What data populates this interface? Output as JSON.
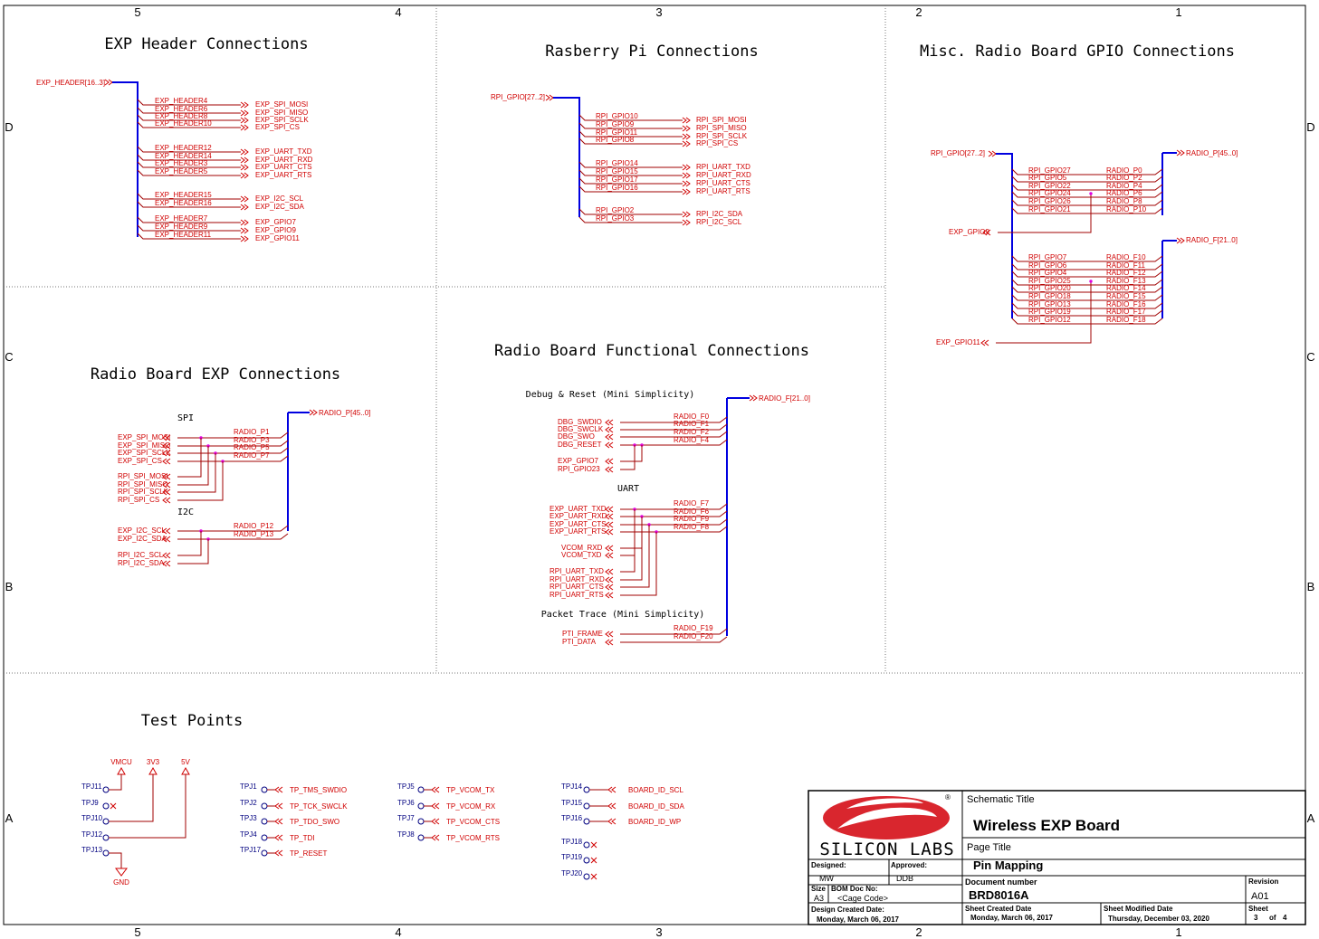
{
  "zones": {
    "cols": [
      "5",
      "4",
      "3",
      "2",
      "1"
    ],
    "rows": [
      "D",
      "C",
      "B",
      "A"
    ]
  },
  "sections": {
    "exp_header": "EXP Header Connections",
    "rpi": "Rasberry Pi Connections",
    "misc": "Misc. Radio Board GPIO Connections",
    "radio_exp": "Radio Board EXP Connections",
    "radio_func": "Radio Board Functional Connections",
    "test_points": "Test Points"
  },
  "subs": {
    "spi": "SPI",
    "i2c": "I2C",
    "debug": "Debug & Reset (Mini Simplicity)",
    "uart": "UART",
    "ptrace": "Packet Trace (Mini Simplicity)"
  },
  "exp_header": {
    "bus": "EXP_HEADER[16..3]",
    "groups": [
      [
        [
          "EXP_HEADER4",
          "EXP_SPI_MOSI"
        ],
        [
          "EXP_HEADER6",
          "EXP_SPI_MISO"
        ],
        [
          "EXP_HEADER8",
          "EXP_SPI_SCLK"
        ],
        [
          "EXP_HEADER10",
          "EXP_SPI_CS"
        ]
      ],
      [
        [
          "EXP_HEADER12",
          "EXP_UART_TXD"
        ],
        [
          "EXP_HEADER14",
          "EXP_UART_RXD"
        ],
        [
          "EXP_HEADER3",
          "EXP_UART_CTS"
        ],
        [
          "EXP_HEADER5",
          "EXP_UART_RTS"
        ]
      ],
      [
        [
          "EXP_HEADER15",
          "EXP_I2C_SCL"
        ],
        [
          "EXP_HEADER16",
          "EXP_I2C_SDA"
        ]
      ],
      [
        [
          "EXP_HEADER7",
          "EXP_GPIO7"
        ],
        [
          "EXP_HEADER9",
          "EXP_GPIO9"
        ],
        [
          "EXP_HEADER11",
          "EXP_GPIO11"
        ]
      ]
    ]
  },
  "rpi": {
    "bus": "RPI_GPIO[27..2]",
    "groups": [
      [
        [
          "RPI_GPIO10",
          "RPI_SPI_MOSI"
        ],
        [
          "RPI_GPIO9",
          "RPI_SPI_MISO"
        ],
        [
          "RPI_GPIO11",
          "RPI_SPI_SCLK"
        ],
        [
          "RPI_GPIO8",
          "RPI_SPI_CS"
        ]
      ],
      [
        [
          "RPI_GPIO14",
          "RPI_UART_TXD"
        ],
        [
          "RPI_GPIO15",
          "RPI_UART_RXD"
        ],
        [
          "RPI_GPIO17",
          "RPI_UART_CTS"
        ],
        [
          "RPI_GPIO16",
          "RPI_UART_RTS"
        ]
      ],
      [
        [
          "RPI_GPIO2",
          "RPI_I2C_SDA"
        ],
        [
          "RPI_GPIO3",
          "RPI_I2C_SCL"
        ]
      ]
    ]
  },
  "misc": {
    "in_bus": "RPI_GPIO[27..2]",
    "out_p": "RADIO_P[45..0]",
    "out_f": "RADIO_F[21..0]",
    "gpio9": "EXP_GPIO9",
    "gpio11": "EXP_GPIO11",
    "p_rows": [
      [
        "RPI_GPIO27",
        "RADIO_P0"
      ],
      [
        "RPI_GPIO5",
        "RADIO_P2"
      ],
      [
        "RPI_GPIO22",
        "RADIO_P4"
      ],
      [
        "RPI_GPIO24",
        "RADIO_P6"
      ],
      [
        "RPI_GPIO26",
        "RADIO_P8"
      ],
      [
        "RPI_GPIO21",
        "RADIO_P10"
      ]
    ],
    "f_rows": [
      [
        "RPI_GPIO7",
        "RADIO_F10"
      ],
      [
        "RPI_GPIO6",
        "RADIO_F11"
      ],
      [
        "RPI_GPIO4",
        "RADIO_F12"
      ],
      [
        "RPI_GPIO25",
        "RADIO_F13"
      ],
      [
        "RPI_GPIO20",
        "RADIO_F14"
      ],
      [
        "RPI_GPIO18",
        "RADIO_F15"
      ],
      [
        "RPI_GPIO13",
        "RADIO_F16"
      ],
      [
        "RPI_GPIO19",
        "RADIO_F17"
      ],
      [
        "RPI_GPIO12",
        "RADIO_F18"
      ]
    ]
  },
  "radio_exp": {
    "bus": "RADIO_P[45..0]",
    "spi_exp": [
      "EXP_SPI_MOSI",
      "EXP_SPI_MISO",
      "EXP_SPI_SCLK",
      "EXP_SPI_CS"
    ],
    "spi_rpi": [
      "RPI_SPI_MOSI",
      "RPI_SPI_MISO",
      "RPI_SPI_SCLK",
      "RPI_SPI_CS"
    ],
    "spi_radio": [
      "RADIO_P1",
      "RADIO_P3",
      "RADIO_P5",
      "RADIO_P7"
    ],
    "i2c_exp": [
      "EXP_I2C_SCL",
      "EXP_I2C_SDA"
    ],
    "i2c_rpi": [
      "RPI_I2C_SCL",
      "RPI_I2C_SDA"
    ],
    "i2c_radio": [
      "RADIO_P12",
      "RADIO_P13"
    ]
  },
  "radio_func": {
    "bus": "RADIO_F[21..0]",
    "dbg": [
      "DBG_SWDIO",
      "DBG_SWCLK",
      "DBG_SWO",
      "DBG_RESET"
    ],
    "dbg_radio": [
      "RADIO_F0",
      "RADIO_F1",
      "RADIO_F2",
      "RADIO_F4"
    ],
    "dbg_extra": [
      "EXP_GPIO7",
      "RPI_GPIO23"
    ],
    "uart_exp": [
      "EXP_UART_TXD",
      "EXP_UART_RXD",
      "EXP_UART_CTS",
      "EXP_UART_RTS"
    ],
    "uart_radio": [
      "RADIO_F7",
      "RADIO_F6",
      "RADIO_F9",
      "RADIO_F8"
    ],
    "vcom": [
      "VCOM_RXD",
      "VCOM_TXD"
    ],
    "uart_rpi": [
      "RPI_UART_TXD",
      "RPI_UART_RXD",
      "RPI_UART_CTS",
      "RPI_UART_RTS"
    ],
    "pti": [
      "PTI_FRAME",
      "PTI_DATA"
    ],
    "pti_radio": [
      "RADIO_F19",
      "RADIO_F20"
    ]
  },
  "tp": {
    "power": [
      "VMCU",
      "3V3",
      "5V"
    ],
    "gnd": "GND",
    "col1": [
      "TPJ11",
      "TPJ9",
      "TPJ10",
      "TPJ12",
      "TPJ13"
    ],
    "col2": [
      [
        "TPJ1",
        "TP_TMS_SWDIO"
      ],
      [
        "TPJ2",
        "TP_TCK_SWCLK"
      ],
      [
        "TPJ3",
        "TP_TDO_SWO"
      ],
      [
        "TPJ4",
        "TP_TDI"
      ],
      [
        "TPJ17",
        "TP_RESET"
      ]
    ],
    "col3": [
      [
        "TPJ5",
        "TP_VCOM_TX"
      ],
      [
        "TPJ6",
        "TP_VCOM_RX"
      ],
      [
        "TPJ7",
        "TP_VCOM_CTS"
      ],
      [
        "TPJ8",
        "TP_VCOM_RTS"
      ]
    ],
    "col4": [
      [
        "TPJ14",
        "BOARD_ID_SCL"
      ],
      [
        "TPJ15",
        "BOARD_ID_SDA"
      ],
      [
        "TPJ16",
        "BOARD_ID_WP"
      ]
    ],
    "col4nc": [
      "TPJ18",
      "TPJ19",
      "TPJ20"
    ]
  },
  "title_block": {
    "logo": "SILICON LABS",
    "reg": "®",
    "schematic_title_label": "Schematic Title",
    "schematic_title": "Wireless EXP Board",
    "page_title_label": "Page Title",
    "page_title": "Pin Mapping",
    "designed_label": "Designed:",
    "designed": "MW",
    "approved_label": "Approved:",
    "approved": "DDB",
    "size_label": "Size",
    "size": "A3",
    "bom_label": "BOM Doc No:",
    "bom": "<Cage Code>",
    "docnum_label": "Document number",
    "docnum": "BRD8016A",
    "revision_label": "Revision",
    "revision": "A01",
    "design_created_label": "Design Created Date:",
    "design_created": "Monday, March 06, 2017",
    "sheet_created_label": "Sheet Created Date",
    "sheet_created": "Monday, March 06, 2017",
    "sheet_modified_label": "Sheet Modified Date",
    "sheet_modified": "Thursday, December 03, 2020",
    "sheet_label": "Sheet",
    "sheet_num": "3",
    "of": "of",
    "sheet_total": "4"
  },
  "colors": {
    "wire": "#a00000",
    "bus": "#0000e0",
    "text": "#d00000",
    "junction": "#e000e0",
    "border": "#000000",
    "logo": "#d9262e"
  }
}
